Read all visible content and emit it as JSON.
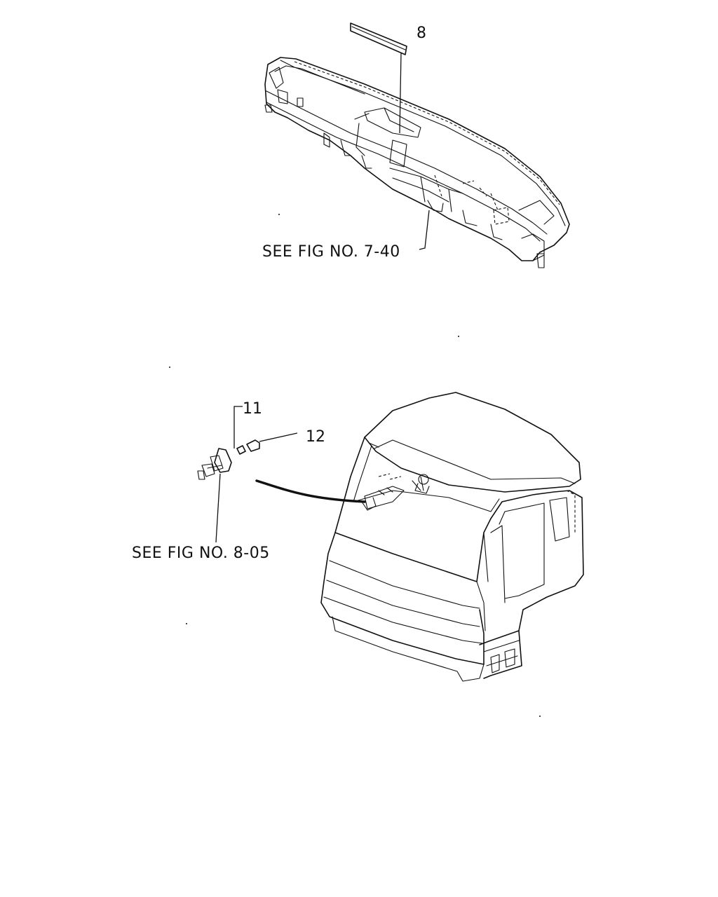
{
  "labels": {
    "part_8": "8",
    "part_11": "11",
    "part_12": "12",
    "ref_top": "SEE FIG NO. 7-40",
    "ref_bottom": "SEE FIG NO. 8-05"
  }
}
